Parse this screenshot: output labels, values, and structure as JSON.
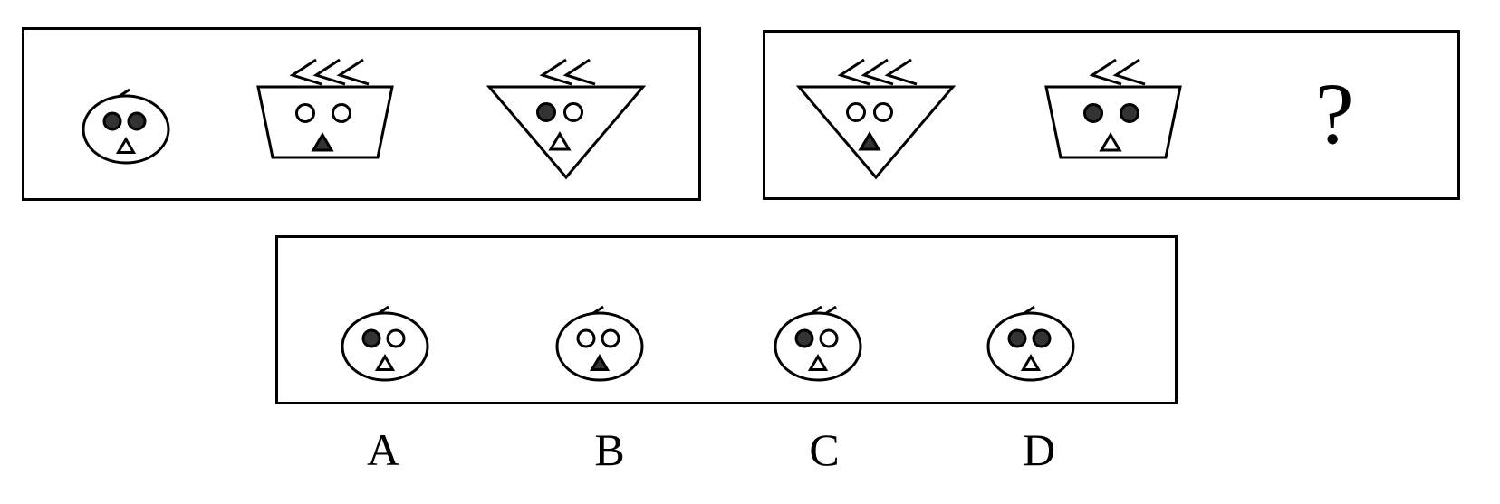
{
  "puzzle": {
    "question_mark": "?",
    "sequence_a": [
      {
        "shape": "circle",
        "strokes": 1,
        "left_eye": "filled",
        "right_eye": "filled",
        "nose": "hollow"
      },
      {
        "shape": "trapezoid",
        "strokes": 3,
        "left_eye": "hollow",
        "right_eye": "hollow",
        "nose": "filled"
      },
      {
        "shape": "triangle",
        "strokes": 2,
        "left_eye": "filled",
        "right_eye": "hollow",
        "nose": "hollow"
      }
    ],
    "sequence_b": [
      {
        "shape": "triangle",
        "strokes": 3,
        "left_eye": "hollow",
        "right_eye": "hollow",
        "nose": "filled"
      },
      {
        "shape": "trapezoid",
        "strokes": 2,
        "left_eye": "filled",
        "right_eye": "filled",
        "nose": "hollow"
      }
    ],
    "options": [
      {
        "label": "A",
        "shape": "circle",
        "strokes": 1,
        "left_eye": "filled",
        "right_eye": "hollow",
        "nose": "hollow"
      },
      {
        "label": "B",
        "shape": "circle",
        "strokes": 1,
        "left_eye": "hollow",
        "right_eye": "hollow",
        "nose": "filled"
      },
      {
        "label": "C",
        "shape": "circle",
        "strokes": 2,
        "left_eye": "filled",
        "right_eye": "hollow",
        "nose": "hollow"
      },
      {
        "label": "D",
        "shape": "circle",
        "strokes": 1,
        "left_eye": "filled",
        "right_eye": "filled",
        "nose": "hollow"
      }
    ]
  }
}
